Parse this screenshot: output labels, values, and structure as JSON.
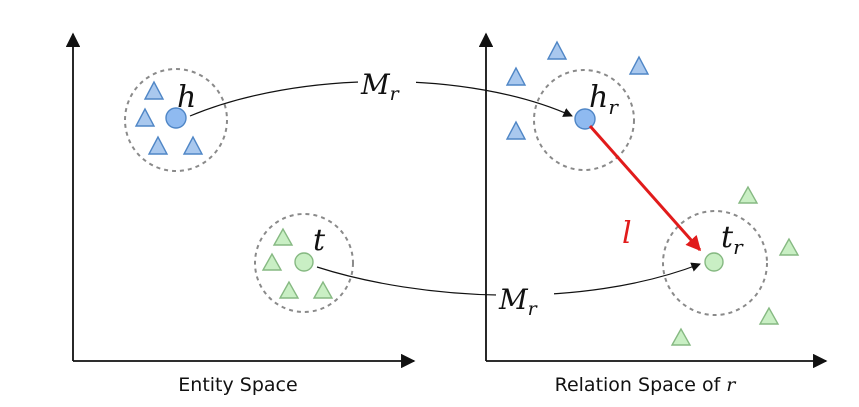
{
  "entity_space": {
    "caption": "Entity Space",
    "head_label": "h",
    "tail_label": "t"
  },
  "relation_space": {
    "caption_prefix": "Relation Space of ",
    "caption_var": "r",
    "head_label_base": "h",
    "head_label_sub": "r",
    "tail_label_base": "t",
    "tail_label_sub": "r",
    "relation_vector_label": "l"
  },
  "projection": {
    "matrix_base": "M",
    "matrix_sub": "r"
  },
  "colors": {
    "blue_fill": "#a9c8ee",
    "blue_stroke": "#4f86c6",
    "blue_point_fill": "#8fbaf0",
    "green_fill": "#c9efc4",
    "green_stroke": "#86b982",
    "relation_vector": "#e11b1b",
    "axis": "#111111",
    "dashed_circle": "#8a8a8a"
  }
}
